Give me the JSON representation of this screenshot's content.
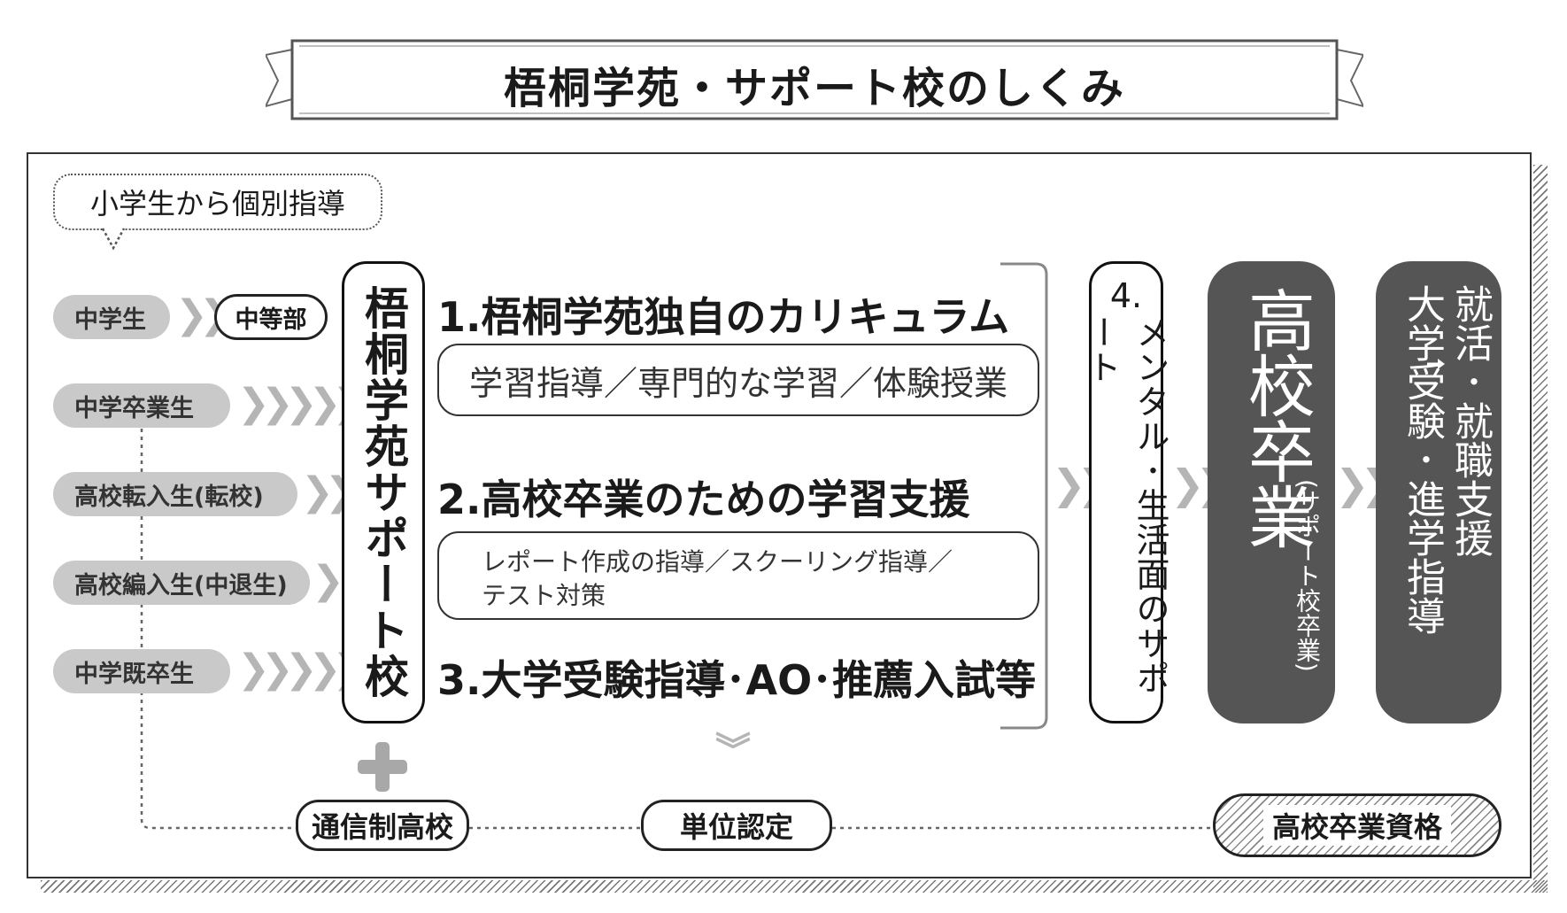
{
  "title": "梧桐学苑・サポート校のしくみ",
  "bubble": "小学生から個別指導",
  "students": [
    "中学生",
    "中学卒業生",
    "高校転入生(転校)",
    "高校編入生(中退生)",
    "中学既卒生"
  ],
  "middle_dept": "中等部",
  "support_school": "梧桐学苑サポート校",
  "curriculum": {
    "item1": "1.梧桐学苑独自のカリキュラム",
    "item1_detail": "学習指導／専門的な学習／体験授業",
    "item2": "2.高校卒業のための学習支援",
    "item2_detail_line1": "レポート作成の指導／スクーリング指導／",
    "item2_detail_line2": "テスト対策",
    "item3": "3.大学受験指導･AO･推薦入試等"
  },
  "mental_support": {
    "number": "4.",
    "label": "メンタル･生活面のサポート"
  },
  "graduation": {
    "main": "高校卒業",
    "sub": "(サポート校卒業)"
  },
  "career": {
    "col1": "就活･就職支援",
    "col2": "大学受験･進学指導"
  },
  "bottom": {
    "correspondence": "通信制高校",
    "credit": "単位認定",
    "qualification": "高校卒業資格"
  },
  "colors": {
    "dark_fill": "#555555",
    "gray_pill": "#c9c9c9",
    "chevron": "#b5b5b5"
  }
}
